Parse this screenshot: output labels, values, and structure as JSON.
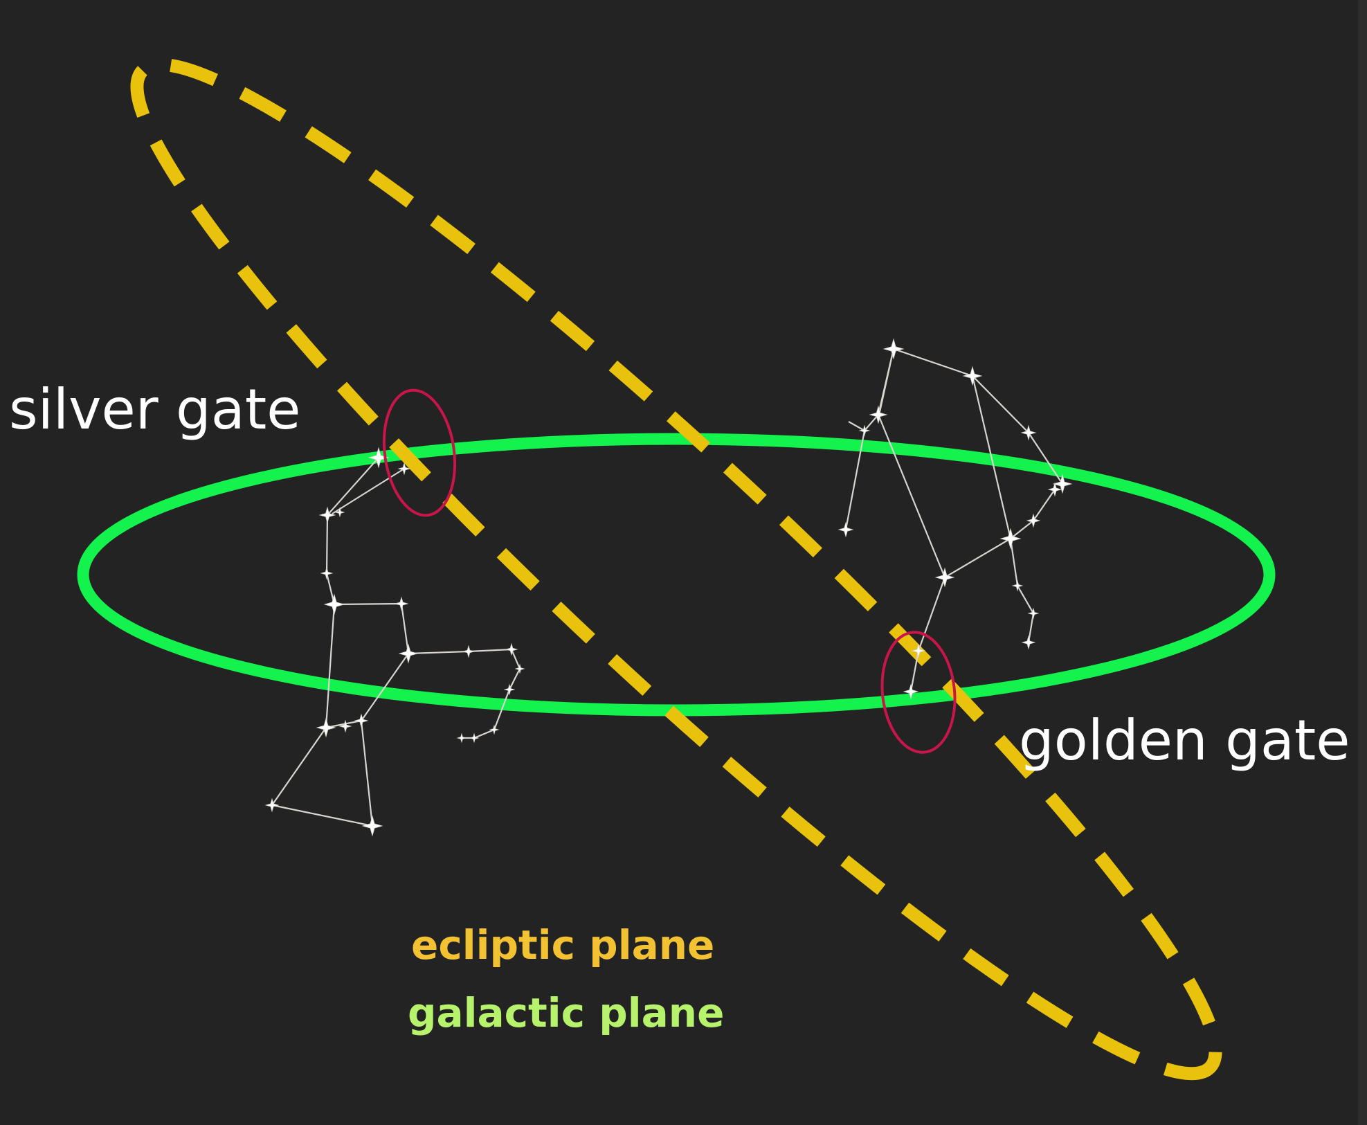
{
  "labels": {
    "silver_gate": "silver gate",
    "golden_gate": "golden gate"
  },
  "legend": {
    "ecliptic": "ecliptic plane",
    "galactic": "galactic plane"
  },
  "colors": {
    "background": "#232323",
    "ecliptic": "#e8c20d",
    "galactic": "#14f24e",
    "gate_marker": "#c8154a",
    "constellation": "#d8d4cf",
    "text": "#ffffff",
    "legend_ecliptic": "#f2c232",
    "legend_galactic": "#b7f26c"
  }
}
